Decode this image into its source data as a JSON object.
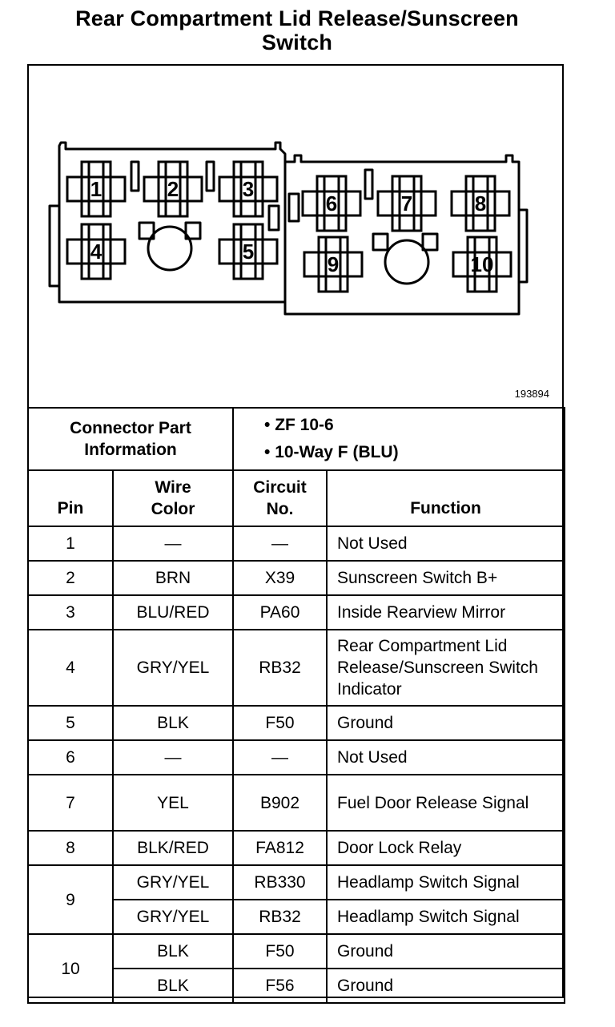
{
  "title_line1": "Rear Compartment Lid Release/Sunscreen",
  "title_line2": "Switch",
  "figure_id": "193894",
  "connector": {
    "label": "Connector Part Information",
    "items": [
      "• ZF 10-6",
      "• 10-Way F (BLU)"
    ]
  },
  "columns": {
    "pin": "Pin",
    "wire": "Wire Color",
    "circuit": "Circuit No.",
    "function": "Function"
  },
  "rows": [
    {
      "pin": "1",
      "wire": "—",
      "circuit": "—",
      "function": "Not Used"
    },
    {
      "pin": "2",
      "wire": "BRN",
      "circuit": "X39",
      "function": "Sunscreen Switch B+"
    },
    {
      "pin": "3",
      "wire": "BLU/RED",
      "circuit": "PA60",
      "function": "Inside Rearview Mirror"
    },
    {
      "pin": "4",
      "wire": "GRY/YEL",
      "circuit": "RB32",
      "function": "Rear Compartment Lid Release/Sunscreen Switch Indicator"
    },
    {
      "pin": "5",
      "wire": "BLK",
      "circuit": "F50",
      "function": "Ground"
    },
    {
      "pin": "6",
      "wire": "—",
      "circuit": "—",
      "function": "Not Used"
    },
    {
      "pin": "7",
      "wire": "YEL",
      "circuit": "B902",
      "function": "Fuel Door Release Signal"
    },
    {
      "pin": "8",
      "wire": "BLK/RED",
      "circuit": "FA812",
      "function": "Door Lock Relay"
    },
    {
      "pin": "9",
      "wire": "GRY/YEL",
      "circuit": "RB330",
      "function": "Headlamp Switch Signal"
    },
    {
      "pin": "",
      "wire": "GRY/YEL",
      "circuit": "RB32",
      "function": "Headlamp Switch Signal"
    },
    {
      "pin": "10",
      "wire": "BLK",
      "circuit": "F50",
      "function": "Ground"
    },
    {
      "pin": "",
      "wire": "BLK",
      "circuit": "F56",
      "function": "Ground"
    }
  ],
  "pin_labels": [
    "1",
    "2",
    "3",
    "4",
    "5",
    "6",
    "7",
    "8",
    "9",
    "10"
  ]
}
